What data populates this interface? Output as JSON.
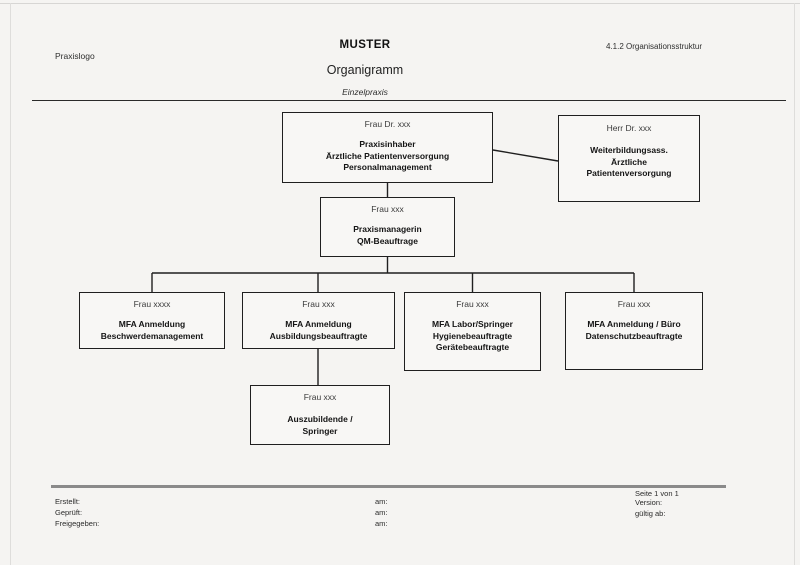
{
  "header": {
    "logo": "Praxislogo",
    "doc_number": "4.1.2 Organisationsstruktur",
    "title": "MUSTER",
    "subtitle": "Organigramm",
    "practice_type": "Einzelpraxis"
  },
  "org": {
    "owner": {
      "person": "Frau Dr. xxx",
      "roles": [
        "Praxisinhaber",
        "Ärztliche Patientenversorgung",
        "Personalmanagement"
      ]
    },
    "assistant": {
      "person": "Herr Dr. xxx",
      "roles": [
        "Weiterbildungsass.",
        "Ärztliche",
        "Patientenversorgung"
      ]
    },
    "manager": {
      "person": "Frau xxx",
      "roles": [
        "Praxismanagerin",
        "QM-Beauftrage"
      ]
    },
    "mfa1": {
      "person": "Frau xxxx",
      "roles": [
        "MFA Anmeldung",
        "Beschwerdemanagement"
      ]
    },
    "mfa2": {
      "person": "Frau xxx",
      "roles": [
        "MFA Anmeldung",
        "Ausbildungsbeauftragte"
      ]
    },
    "mfa3": {
      "person": "Frau xxx",
      "roles": [
        "MFA Labor/Springer",
        "Hygienebeauftragte",
        "Gerätebeauftragte"
      ]
    },
    "mfa4": {
      "person": "Frau xxx",
      "roles": [
        "MFA Anmeldung / Büro",
        "Datenschutzbeauftragte"
      ]
    },
    "trainee": {
      "person": "Frau xxx",
      "roles": [
        "Auszubildende /",
        "Springer"
      ]
    }
  },
  "footer": {
    "page_info": "Seite 1 von 1",
    "row1_label": "Erstellt:",
    "row1_mid": "am:",
    "row1_right": "Version:",
    "row2_label": "Geprüft:",
    "row2_mid": "am:",
    "row2_right": "gültig ab:",
    "row3_label": "Freigegeben:",
    "row3_mid": "am:"
  },
  "colors": {
    "page_bg": "#f5f4f2",
    "box_border": "#1f1f1f",
    "header_rule": "#2a2a2a",
    "footer_rule": "#8a8a8a"
  }
}
